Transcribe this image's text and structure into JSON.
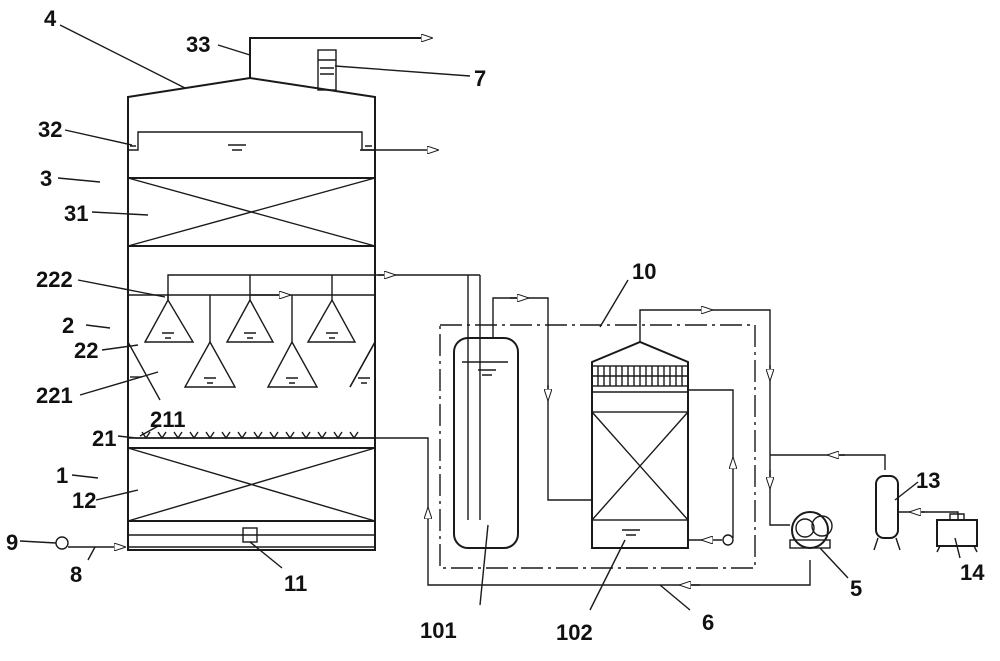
{
  "diagram": {
    "labels": {
      "n1": "1",
      "n2": "2",
      "n3": "3",
      "n4": "4",
      "n5": "5",
      "n6": "6",
      "n7": "7",
      "n8": "8",
      "n9": "9",
      "n10": "10",
      "n11": "11",
      "n12": "12",
      "n13": "13",
      "n14": "14",
      "n21": "21",
      "n22": "22",
      "n31": "31",
      "n32": "32",
      "n33": "33",
      "n101": "101",
      "n102": "102",
      "n211": "211",
      "n221": "221",
      "n222": "222"
    },
    "colors": {
      "stroke": "#1a1a1a",
      "background": "#ffffff"
    }
  }
}
